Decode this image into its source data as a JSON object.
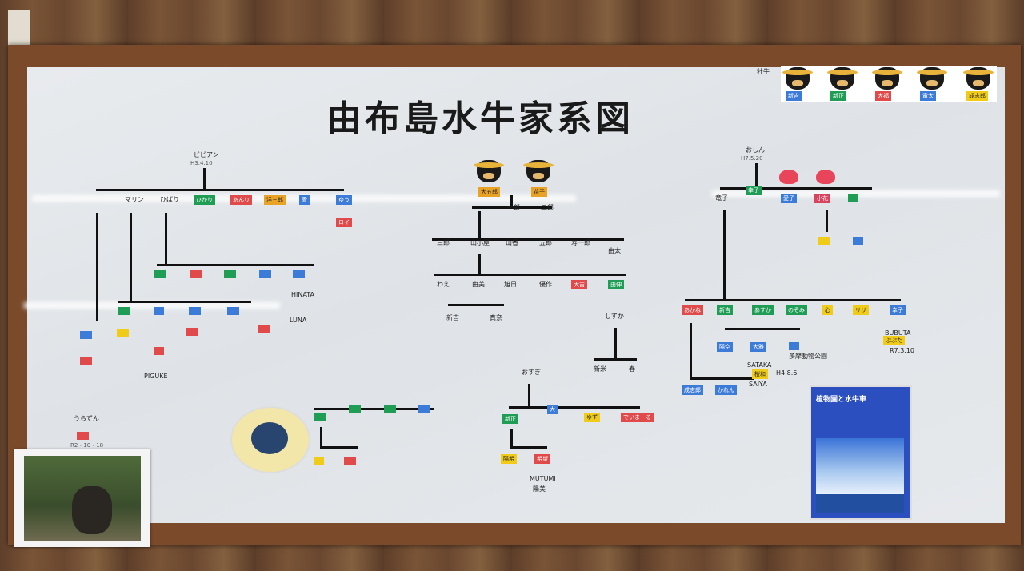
{
  "title": "由布島水牛家系図",
  "corner_label": "牡牛",
  "cow_legend": [
    {
      "name": "新吉",
      "color": "#3d7bd9"
    },
    {
      "name": "新正",
      "color": "#1f9d55"
    },
    {
      "name": "大福",
      "color": "#e04a4a"
    },
    {
      "name": "電太",
      "color": "#3d7bd9"
    },
    {
      "name": "成志郎",
      "color": "#f0cc18"
    }
  ],
  "founders": {
    "left": "大五郎",
    "right": "花子"
  },
  "left_tree": {
    "root": "ビビアン",
    "root_date": "H3.4.10",
    "children": [
      "マリン",
      "ひばり",
      "ひかり",
      "あんり",
      "洋三郎",
      "愛",
      "ゆう"
    ],
    "side": [
      "ロイ",
      "LUNA",
      "HINATA",
      "PIGUKE"
    ],
    "ukokun": "うらずん",
    "ukokun_date": "R2・10・18"
  },
  "center_tree": {
    "gen1": [
      "一郎",
      "二郎"
    ],
    "gen2": [
      "三郎",
      "山小屋",
      "山香",
      "五郎",
      "寿一郎",
      "由太"
    ],
    "gen3": [
      "わえ",
      "由美",
      "旭日",
      "優作",
      "大吉",
      "由伸"
    ],
    "gen4": [
      "新吉",
      "真奈",
      "しずか",
      "新米",
      "春"
    ],
    "gen5": [
      "おすぎ",
      "新正",
      "大",
      "ゆず",
      "でいまーる"
    ],
    "gen6": [
      "陽希",
      "希望",
      "MUTUMI",
      "陽美"
    ]
  },
  "right_tree": {
    "root": "おしん",
    "root_date": "H7.5.20",
    "children": [
      "竜子",
      "幸子",
      "愛子",
      "小花"
    ],
    "next": [
      "あかね",
      "新吉",
      "あすか",
      "のぞみ",
      "心",
      "リリ",
      "幸子"
    ],
    "kids": [
      "陽空",
      "大雅",
      "多摩動物公園",
      "桜和",
      "成志郎",
      "かれん",
      "BUBUTA",
      "ぷぷた"
    ],
    "tags": [
      "SATAKA",
      "SAIYA",
      "R7.3.10",
      "H4.8.6"
    ]
  },
  "poster": {
    "title": "植物園と水牛車"
  }
}
